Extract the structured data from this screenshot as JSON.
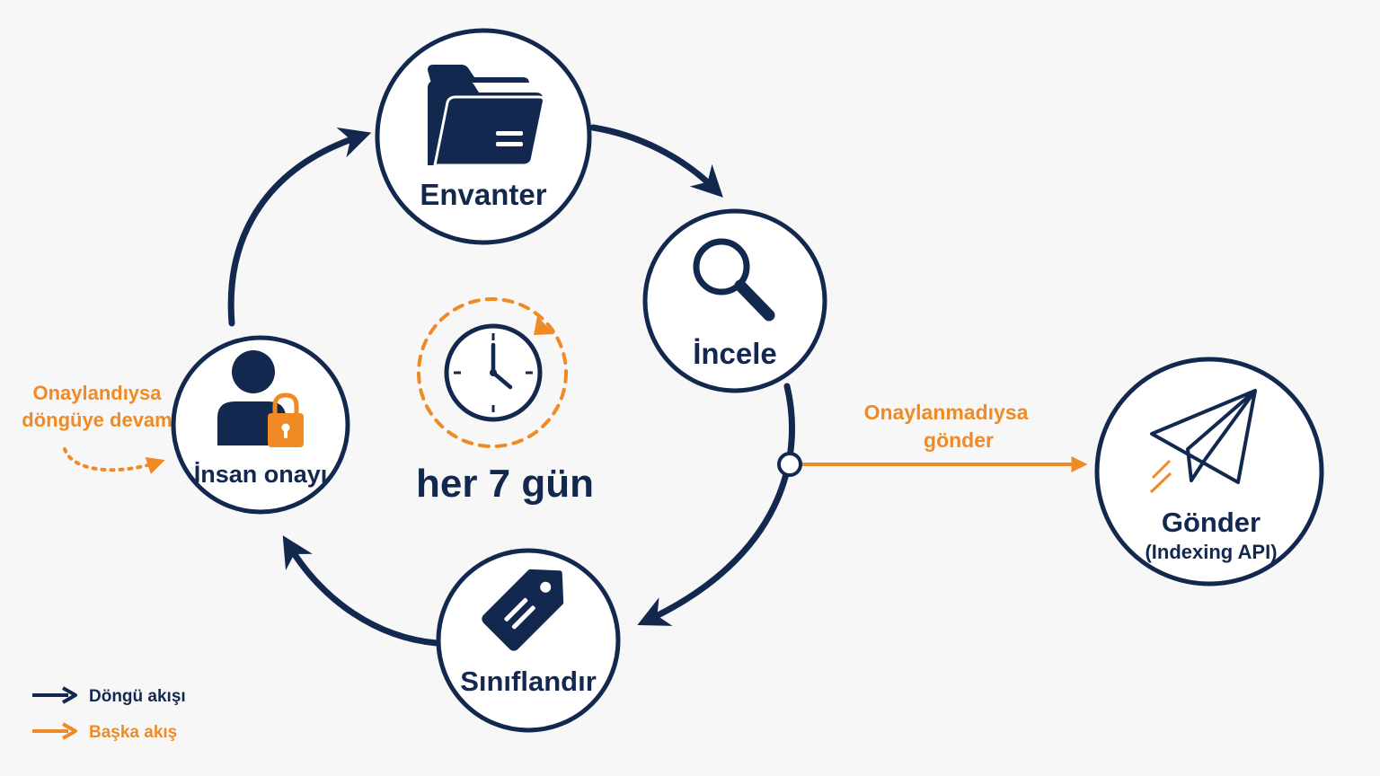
{
  "colors": {
    "navy": "#13284f",
    "orange": "#f08a24",
    "background": "#f7f7f8",
    "node_fill": "#ffffff"
  },
  "nodes": {
    "envanter": {
      "label": "Envanter",
      "icon": "folder-icon"
    },
    "incele": {
      "label": "İncele",
      "icon": "magnifier-icon"
    },
    "siniflandir": {
      "label": "Sınıflandır",
      "icon": "tag-icon"
    },
    "insan_onayi": {
      "label": "İnsan onayı",
      "icon": "user-lock-icon"
    },
    "gonder": {
      "label": "Gönder",
      "sublabel": "(Indexing API)",
      "icon": "paper-plane-icon"
    }
  },
  "center": {
    "label": "her 7 gün",
    "icon": "clock-icon"
  },
  "annotations": {
    "approved": {
      "line1": "Onaylandıysa",
      "line2": "döngüye devam"
    },
    "not_approved": {
      "line1": "Onaylanmadıysa",
      "line2": "gönder"
    }
  },
  "legend": {
    "items": [
      {
        "label": "Döngü akışı",
        "color": "#13284f"
      },
      {
        "label": "Başka akış",
        "color": "#f08a24"
      }
    ]
  }
}
